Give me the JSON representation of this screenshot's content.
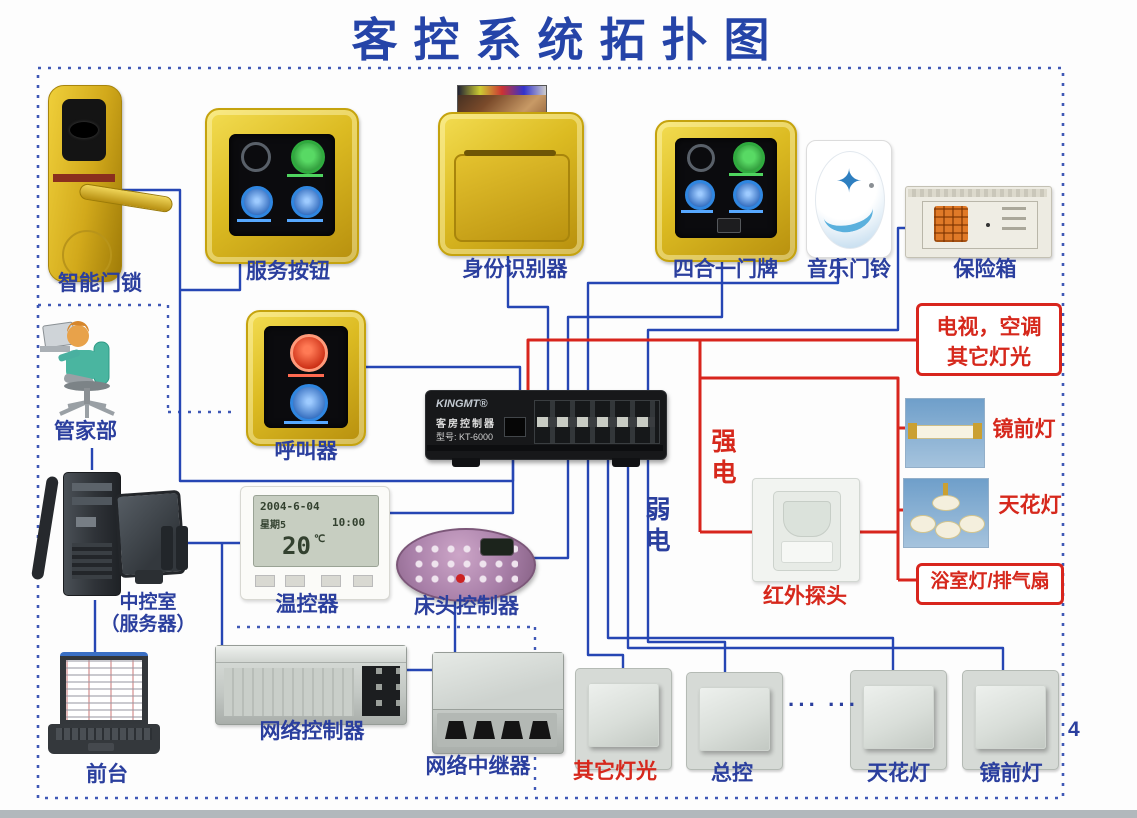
{
  "title": "客控系统拓扑图",
  "page_number": "4",
  "labels": {
    "door_lock": "智能门锁",
    "service_button": "服务按钮",
    "id_reader": "身份识别器",
    "doorplate": "四合一门牌",
    "doorbell": "音乐门铃",
    "safe": "保险箱",
    "tv_ac_line1": "电视，空调",
    "tv_ac_line2": "其它灯光",
    "butler": "管家部",
    "caller": "呼叫器",
    "server_line1": "中控室",
    "server_line2": "（服务器）",
    "thermostat": "温控器",
    "bedside": "床头控制器",
    "mirror_light": "镜前灯",
    "ceiling_light": "天花灯",
    "bathroom": "浴室灯/排气扇",
    "ir_detector": "红外探头",
    "net_controller": "网络控制器",
    "net_repeater": "网络中继器",
    "front_desk": "前台",
    "strong_current": "强电",
    "weak_current": "弱电",
    "sw_other": "其它灯光",
    "sw_master": "总控",
    "sw_ceiling": "天花灯",
    "sw_mirror": "镜前灯",
    "dots": "··· ···"
  },
  "controller": {
    "brand": "KINGMT®",
    "name": "客房控制器",
    "model": "型号: KT-6000"
  },
  "thermostat_lcd": {
    "date": "2004-6-04",
    "week": "星期5",
    "time": "10:00",
    "temp": "20",
    "unit": "℃"
  },
  "icons": {
    "gray_ring": "crossed-circle-indicator",
    "green_badge": "green-round-indicator",
    "blue_badge": "blue-round-indicator",
    "doorbell_star": "✦"
  },
  "colors": {
    "title_blue": "#2544a8",
    "label_blue": "#2b3f9e",
    "label_red": "#d6281c",
    "line_blue": "#2646b4",
    "line_red": "#d8251d",
    "dash_blue": "#3f58b6",
    "gold": "#d9b81f"
  }
}
